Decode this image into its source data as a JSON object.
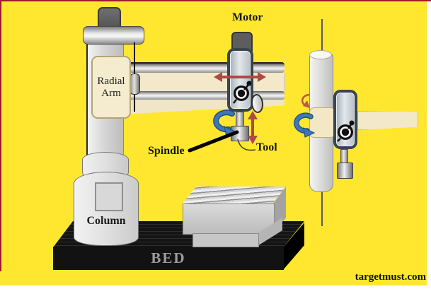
{
  "diagram": {
    "labels": {
      "motor": "Motor",
      "radial_arm": "Radial Arm",
      "spindle": "Spindle",
      "tool": "Tool",
      "column": "Column",
      "bed": "BED"
    },
    "watermark": "targetmust.com",
    "colors": {
      "background": "#FFE72F",
      "arm_cream": "#F3E8CA",
      "head_dark": "#3A454E",
      "metal_gray": "#CFCFCF",
      "arrow_red": "#AC4A45",
      "arrow_blue": "#3C78B8",
      "bed_black": "#141414"
    },
    "icons": {
      "horizontal_move_arrow": "red double-headed arrow along radial arm",
      "vertical_move_arrow": "red double-headed arrow beside tool",
      "spindle_rotation_arrow": "blue circular arrow around spindle",
      "column_rotation_arrow": "blue circular arrow around column",
      "arm_swing_arrow": "red curved arrow at column top",
      "handwheel": "black hand wheel with crank knob"
    }
  }
}
